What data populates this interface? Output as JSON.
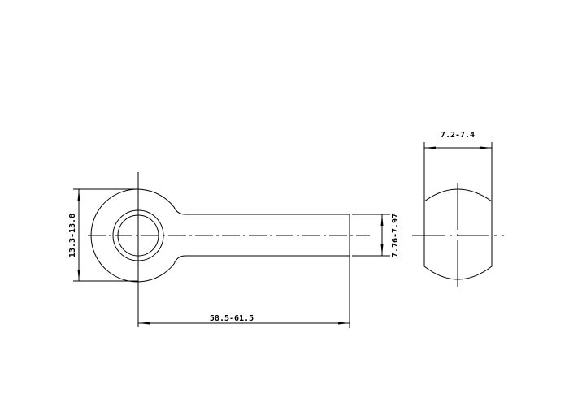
{
  "drawing": {
    "front_view": {
      "eye_height_dimension": "13.3-13.8",
      "shank_diameter_dimension": "7.76-7.97",
      "length_dimension": "58.5-61.5"
    },
    "side_view": {
      "width_dimension": "7.2-7.4"
    },
    "line_color": "#000000",
    "background_color": "#ffffff"
  }
}
